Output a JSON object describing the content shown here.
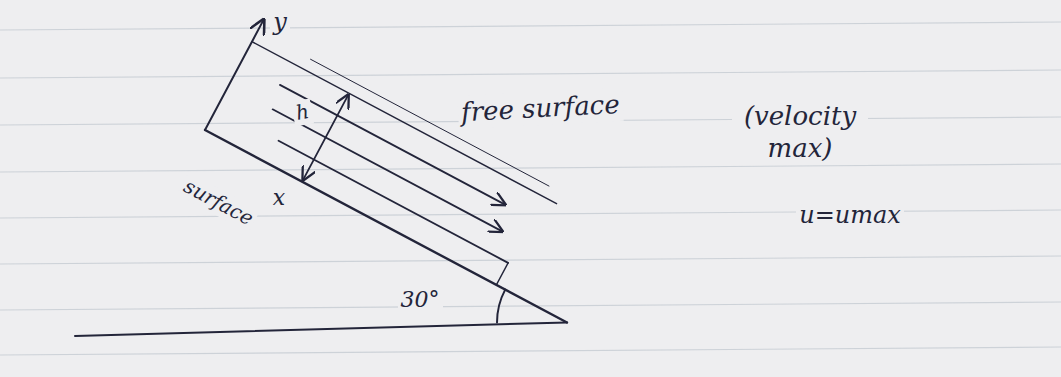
{
  "diagram": {
    "labels": [
      "y",
      "h",
      "x",
      "surface",
      "30°",
      "free surface",
      "(velocity max)",
      "u=umax"
    ]
  }
}
